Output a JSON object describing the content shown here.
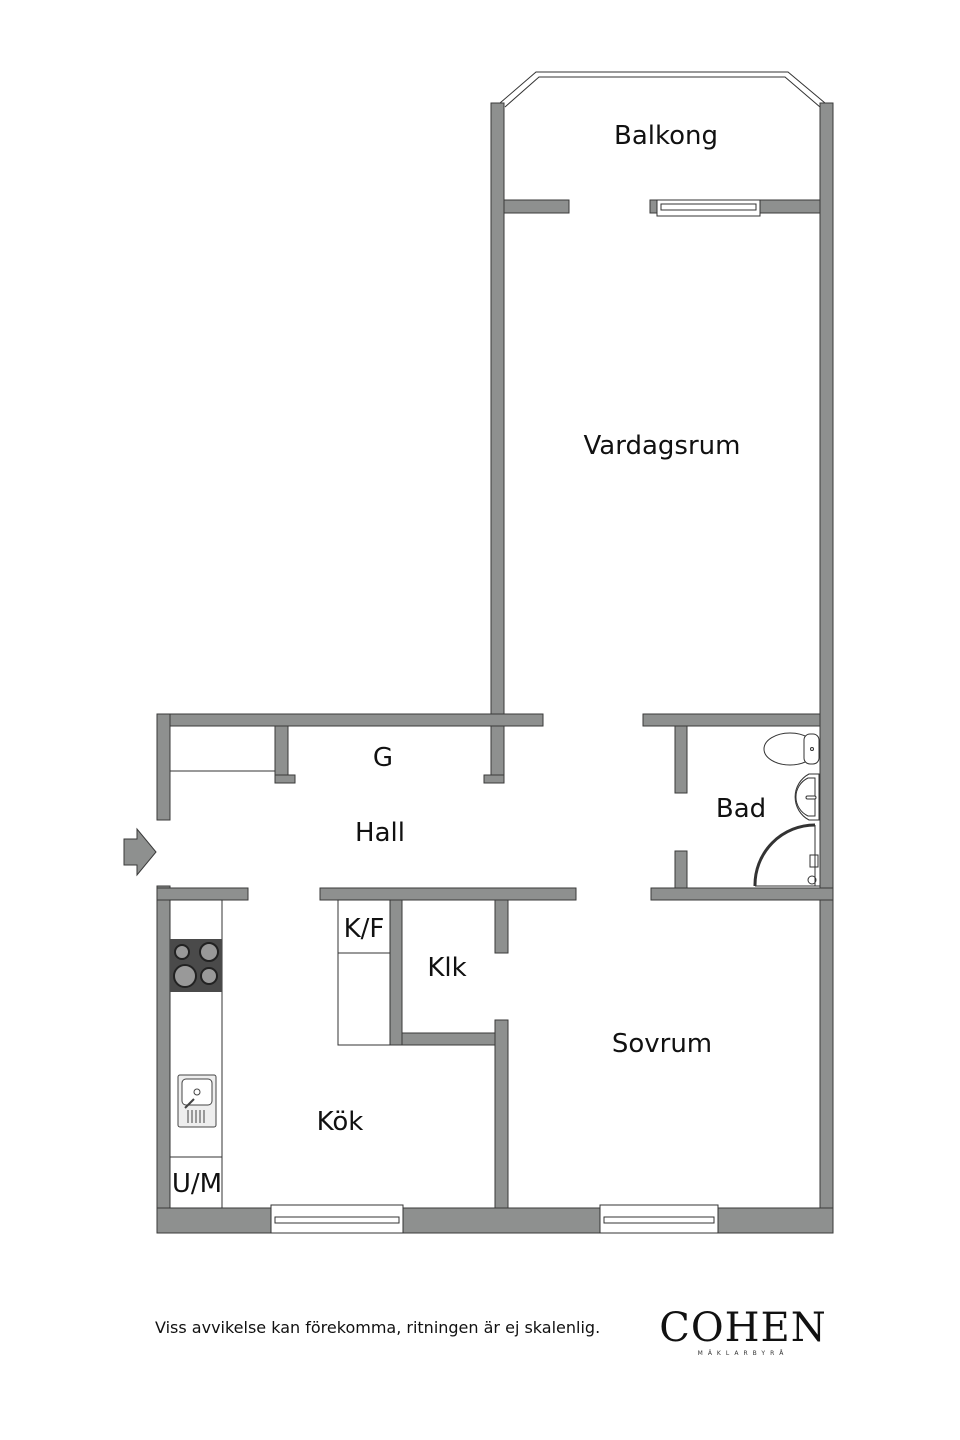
{
  "rooms": {
    "balkong": "Balkong",
    "vardagsrum": "Vardagsrum",
    "garderob": "G",
    "hall": "Hall",
    "bad": "Bad",
    "kf": "K/F",
    "klk": "Klk",
    "sovrum": "Sovrum",
    "kok": "Kök",
    "um": "U/M"
  },
  "footer": {
    "disclaimer": "Viss avvikelse kan förekomma, ritningen är ej skalenlig.",
    "logo_main": "COHEN",
    "logo_sub": "MÄKLARBYRÅ"
  },
  "colors": {
    "wall": "#8e908f",
    "stove": "#4a4a4a"
  },
  "icons": [
    "entrance-arrow-icon",
    "stove-icon",
    "sink-icon",
    "toilet-icon",
    "washbasin-icon",
    "shower-icon",
    "window-icon"
  ]
}
